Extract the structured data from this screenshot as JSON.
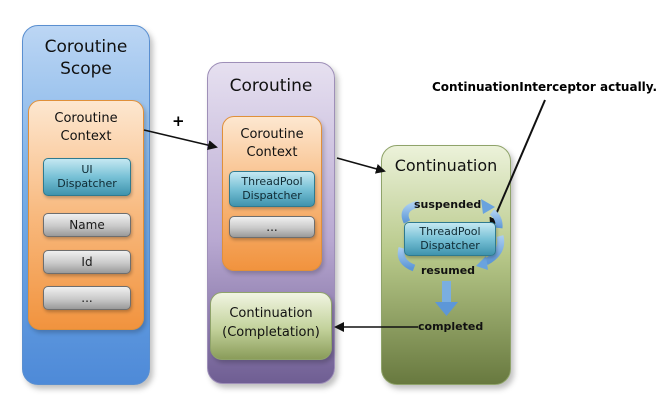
{
  "coroutine_scope": {
    "title_line1": "Coroutine",
    "title_line2": "Scope",
    "context": {
      "title_line1": "Coroutine",
      "title_line2": "Context",
      "dispatcher_line1": "UI",
      "dispatcher_line2": "Dispatcher",
      "items": [
        "Name",
        "Id",
        "..."
      ]
    }
  },
  "plus_label": "+",
  "coroutine": {
    "title": "Coroutine",
    "context": {
      "title_line1": "Coroutine",
      "title_line2": "Context",
      "dispatcher_line1": "ThreadPool",
      "dispatcher_line2": "Dispatcher",
      "more": "..."
    },
    "completion_line1": "Continuation",
    "completion_line2": "(Completation)"
  },
  "continuation": {
    "title": "Continuation",
    "suspended": "suspended",
    "resumed": "resumed",
    "completed": "completed",
    "dispatcher_line1": "ThreadPool",
    "dispatcher_line2": "Dispatcher"
  },
  "annotation": "ContinuationInterceptor actually.",
  "colors": {
    "scope": "#4e8ad8",
    "coroutine": "#6f5e93",
    "continuation": "#68793f",
    "context": "#f1933e",
    "dispatcher": "#3f93ad",
    "cycle_arrow": "#7aaee0"
  }
}
